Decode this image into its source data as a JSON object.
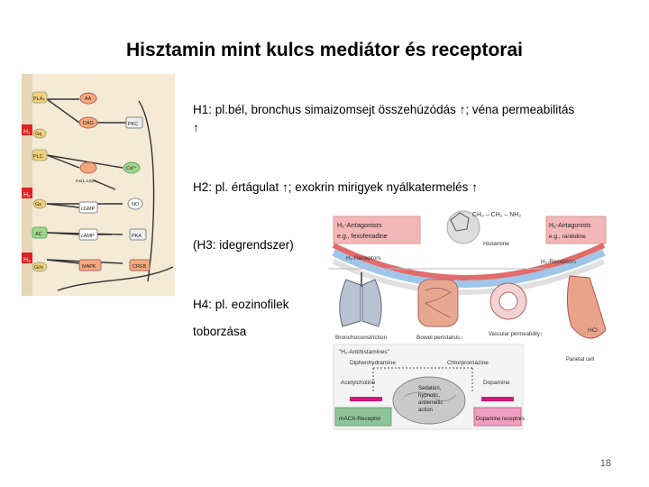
{
  "title": "Hisztamin  mint kulcs mediátor és receptorai",
  "bullets": {
    "h1": "H1: pl.bél, bronchus simaizomsejt összehúzódás ↑; véna permeabilitás ↑",
    "h2": "H2: pl. értágulat ↑; exokrin mirigyek nyálkatermelés ↑",
    "h3": "(H3: idegrendszer)",
    "h4_line1": "H4: pl. eozinofilek",
    "h4_line2": "toborzása"
  },
  "page_number": "18",
  "pathway_figure": {
    "nodes": [
      "PLA₂",
      "AA",
      "DAG",
      "PKC",
      "PLC",
      "Ins(1,4,5)P₃",
      "Ca²⁺",
      "Gq",
      "Gs",
      "cGMP",
      "NO",
      "AC",
      "cAMP",
      "PKA",
      "Gi/o",
      "MAPK",
      "CREB"
    ],
    "receptors": [
      "H₁",
      "H₂",
      "H₃"
    ]
  },
  "receptor_figure": {
    "h1_antagonists": "H₁-Antagonists",
    "h1_example": "e.g., fexofenadine",
    "h2_antagonists": "H₂-Antagonists",
    "h2_example": "e.g., ranitidine",
    "molecule_formula": "CH₂ – CH₂ – NH₂",
    "histamine": "Histamine",
    "h1_receptors": "H₁-Receptors",
    "h2_receptors": "H₂-Receptors",
    "bronchoconstriction": "Bronchoconstriction",
    "bowel_peristalsis": "Bowel peristalsis↑",
    "vascular_permeability": "Vascular permeability↑",
    "hcl": "HCl",
    "parietal_cell": "Parietal cell",
    "h1_antihistamines": "\"H₁-Antihistamines\"",
    "diphenhydramine": "Diphenhydramine",
    "chlorpromazine": "Chlorpromazine",
    "acetylcholine": "Acetylcholine",
    "dopamine": "Dopamine",
    "sedation": "Sedation,",
    "hypnotic": "hypnotic,",
    "antiemetic": "antiemetic",
    "action": "action",
    "machr_receptor": "mACh-Receptor",
    "dopamine_receptors": "Dopamine receptors"
  }
}
